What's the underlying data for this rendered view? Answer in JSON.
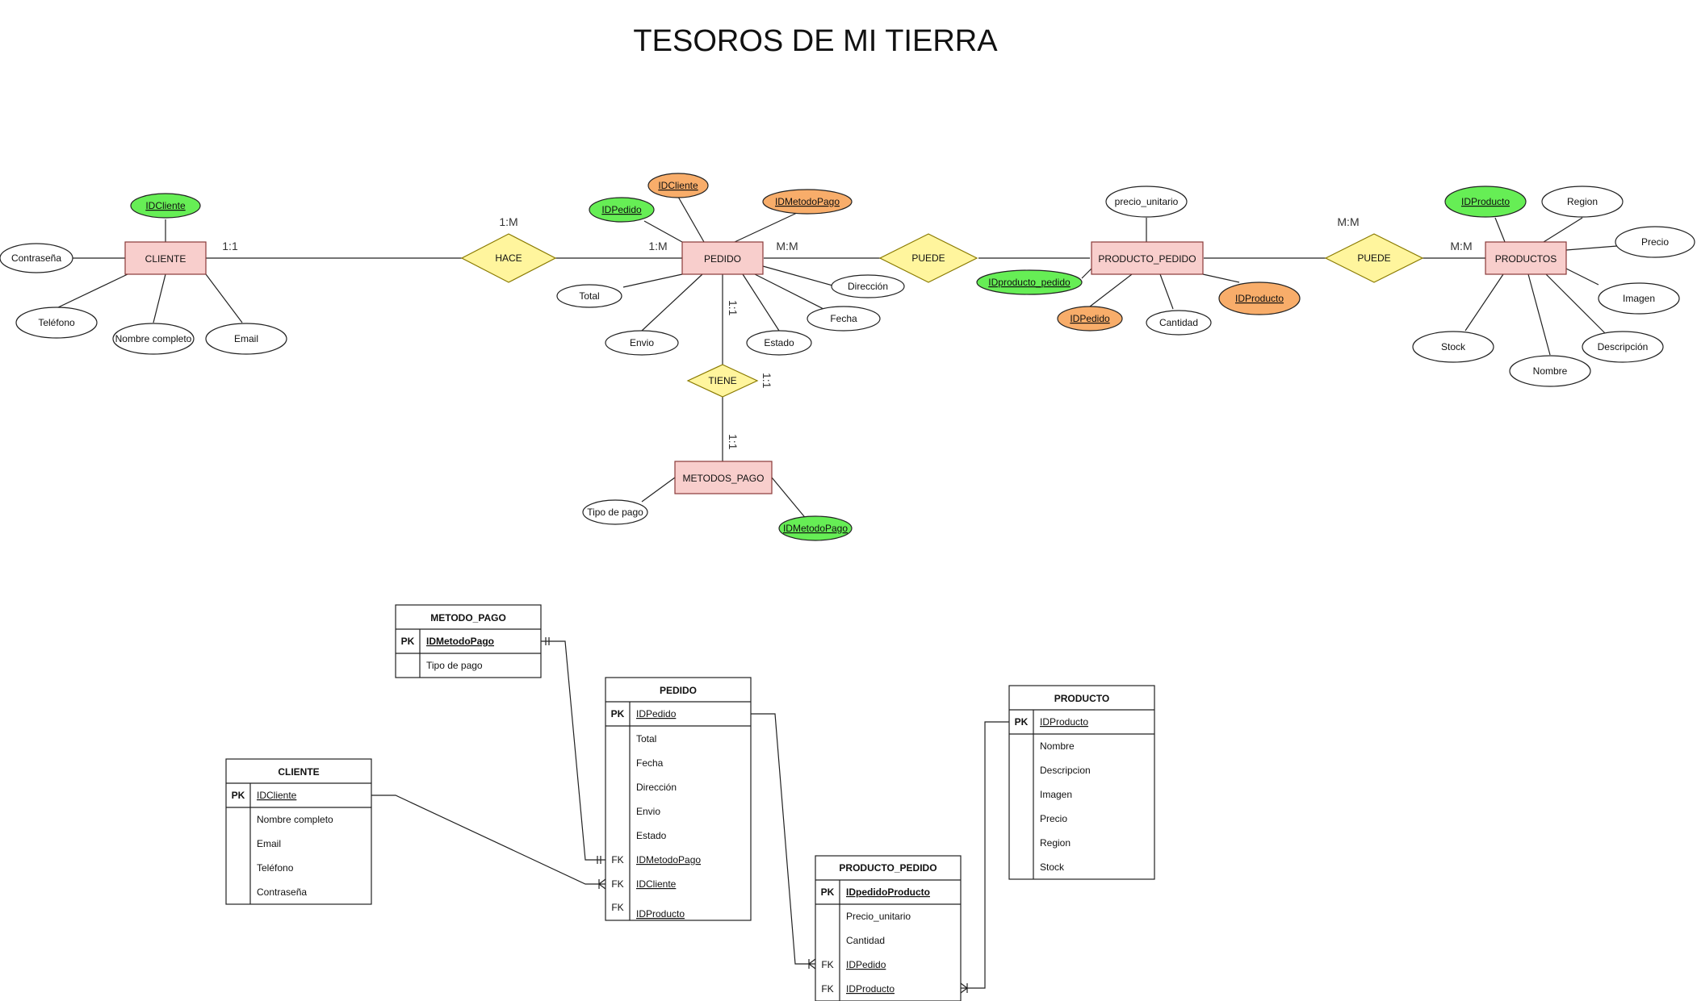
{
  "title": "TESOROS DE MI TIERRA",
  "colors": {
    "entity": "#f8cecc",
    "relationship": "#fff59d",
    "primary_key": "#66ee55",
    "foreign_key": "#f8ad6a"
  },
  "er": {
    "entities": {
      "cliente": "CLIENTE",
      "pedido": "PEDIDO",
      "producto_pedido": "PRODUCTO_PEDIDO",
      "productos": "PRODUCTOS",
      "metodos_pago": "METODOS_PAGO"
    },
    "relationships": {
      "hace": "HACE",
      "puede1": "PUEDE",
      "puede2": "PUEDE",
      "tiene": "TIENE"
    },
    "attributes": {
      "cliente": {
        "id": "IDCliente",
        "contrasena": "Contraseña",
        "telefono": "Teléfono",
        "nombre": "Nombre completo",
        "email": "Email"
      },
      "pedido": {
        "idpedido": "IDPedido",
        "idcliente": "IDCliente",
        "idmetodo": "IDMetodoPago",
        "total": "Total",
        "envio": "Envio",
        "estado": "Estado",
        "fecha": "Fecha",
        "direccion": "Dirección"
      },
      "producto_pedido": {
        "precio": "precio_unitario",
        "id": "IDproducto_pedido",
        "idpedido": "IDPedido",
        "cantidad": "Cantidad",
        "idproducto": "IDProducto"
      },
      "productos": {
        "id": "IDProducto",
        "region": "Region",
        "precio": "Precio",
        "imagen": "Imagen",
        "descripcion": "Descripción",
        "nombre": "Nombre",
        "stock": "Stock"
      },
      "metodos_pago": {
        "tipo": "Tipo de pago",
        "id": "IDMetodoPago"
      }
    },
    "cardinalities": {
      "cliente_hace": "1:1",
      "hace_top": "1:M",
      "hace_pedido": "1:M",
      "pedido_puede": "M:M",
      "puede2_top": "M:M",
      "puede2_productos": "M:M",
      "pedido_tiene": "1:1",
      "tiene_side": "1:1",
      "tiene_metodo": "1:1"
    }
  },
  "tables": {
    "metodo_pago": {
      "name": "METODO_PAGO",
      "pk_label": "PK",
      "pk": "IDMetodoPago",
      "fields": [
        "Tipo de pago"
      ]
    },
    "cliente": {
      "name": "CLIENTE",
      "pk_label": "PK",
      "pk": "IDCliente",
      "fields": [
        "Nombre completo",
        "Email",
        "Teléfono",
        "Contraseña"
      ]
    },
    "pedido": {
      "name": "PEDIDO",
      "pk_label": "PK",
      "pk": "IDPedido",
      "fields": [
        "Total",
        "Fecha",
        "Dirección",
        "Envio",
        "Estado"
      ],
      "fk_label": "FK",
      "fks": [
        "IDMetodoPago",
        "IDCliente",
        "IDProducto"
      ]
    },
    "producto_pedido": {
      "name": "PRODUCTO_PEDIDO",
      "pk_label": "PK",
      "pk": "IDpedidoProducto",
      "fields": [
        "Precio_unitario",
        "Cantidad"
      ],
      "fk_label": "FK",
      "fks": [
        "IDPedido",
        "IDProducto"
      ]
    },
    "producto": {
      "name": "PRODUCTO",
      "pk_label": "PK",
      "pk": "IDProducto",
      "fields": [
        "Nombre",
        "Descripcion",
        "Imagen",
        "Precio",
        "Region",
        "Stock"
      ]
    }
  }
}
